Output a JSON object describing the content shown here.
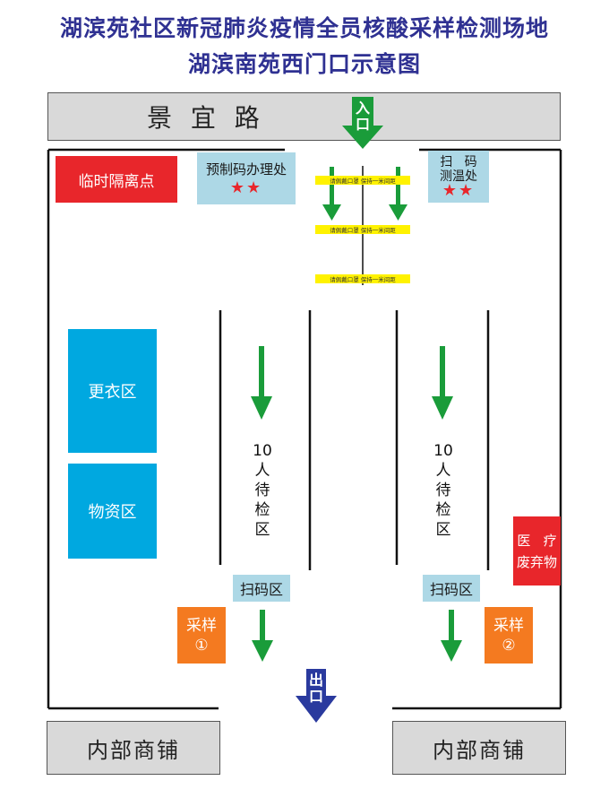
{
  "header": {
    "title_line1": "湖滨苑社区新冠肺炎疫情全员核酸采样检测场地",
    "title_line2": "湖滨南苑西门口示意图"
  },
  "road": {
    "label": "景 宜 路"
  },
  "entrance": {
    "label": "入口"
  },
  "exit": {
    "label": "出口"
  },
  "zones": {
    "quarantine": "临时隔离点",
    "precode": "预制码办理处",
    "precode_stars": "★★",
    "temp_line1": "扫   码",
    "temp_line2": "测温处",
    "temp_stars": "★★",
    "changing": "更衣区",
    "supplies": "物资区",
    "medical_line1": "医   疗",
    "medical_line2": "废弃物"
  },
  "signs": {
    "queue_sign": "请佩戴口罩 保持一米间距"
  },
  "lanes": [
    {
      "waiting": "10人待检区",
      "scan": "扫码区",
      "sample_line1": "采样",
      "sample_line2": "①"
    },
    {
      "waiting": "10人待检区",
      "scan": "扫码区",
      "sample_line1": "采样",
      "sample_line2": "②"
    }
  ],
  "shops": {
    "left": "内部商铺",
    "right": "内部商铺"
  },
  "colors": {
    "title": "#2f3192",
    "arrow_green": "#1a9c3a",
    "exit_blue": "#2a3a9e",
    "zone_blue": "#00a8e0",
    "zone_light": "#add8e6",
    "zone_red": "#e8262b",
    "zone_orange": "#f47a20",
    "sign_yellow": "#fff200"
  }
}
